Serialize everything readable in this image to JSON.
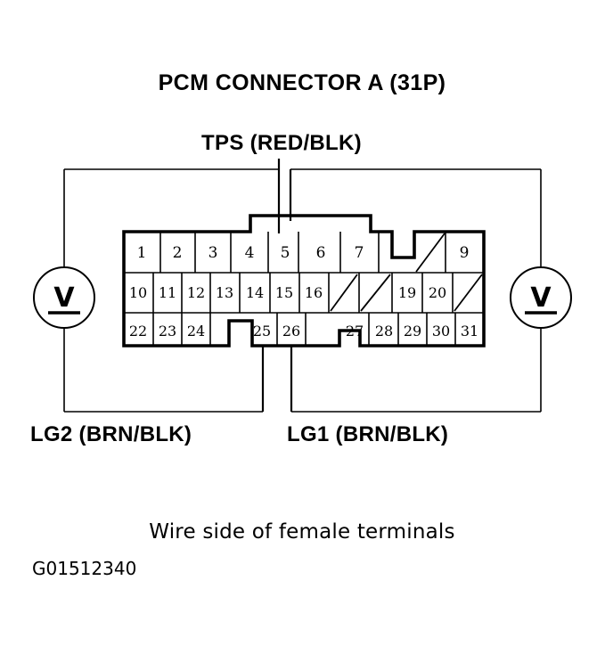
{
  "document": {
    "title": "PCM CONNECTOR A (31P)",
    "caption": "Wire side of female terminals",
    "reference_code": "G01512340"
  },
  "labels": {
    "tps": "TPS (RED/BLK)",
    "lg2": "LG2 (BRN/BLK)",
    "lg1": "LG1 (BRN/BLK)"
  },
  "meters": {
    "left": {
      "name": "voltmeter-left",
      "symbol": "V",
      "type": "dc-voltmeter"
    },
    "right": {
      "name": "voltmeter-right",
      "symbol": "V",
      "type": "dc-voltmeter"
    }
  },
  "connector": {
    "name": "PCM Connector A",
    "pin_count": "31P",
    "rows": [
      {
        "row": 1,
        "cells": [
          {
            "pin": "1"
          },
          {
            "pin": "2"
          },
          {
            "pin": "3"
          },
          {
            "pin": "4"
          },
          {
            "pin": "5"
          },
          {
            "pin": "6"
          },
          {
            "pin": "7"
          },
          {
            "pin": "",
            "blank": true,
            "notch": true
          },
          {
            "pin": "",
            "blank": true,
            "slashed": true
          },
          {
            "pin": "9"
          }
        ]
      },
      {
        "row": 2,
        "cells": [
          {
            "pin": "10"
          },
          {
            "pin": "11"
          },
          {
            "pin": "12"
          },
          {
            "pin": "13"
          },
          {
            "pin": "14"
          },
          {
            "pin": "15"
          },
          {
            "pin": "16"
          },
          {
            "pin": "",
            "blank": true,
            "slashed": true
          },
          {
            "pin": "",
            "blank": true,
            "slashed": true
          },
          {
            "pin": "19"
          },
          {
            "pin": "20"
          },
          {
            "pin": "",
            "blank": true,
            "slashed": true
          }
        ]
      },
      {
        "row": 3,
        "cells": [
          {
            "pin": "22"
          },
          {
            "pin": "23"
          },
          {
            "pin": "24"
          },
          {
            "pin": "",
            "blank": true,
            "notch": true
          },
          {
            "pin": "25"
          },
          {
            "pin": "26"
          },
          {
            "pin": "",
            "blank": true,
            "notch": true
          },
          {
            "pin": "27"
          },
          {
            "pin": "28"
          },
          {
            "pin": "29"
          },
          {
            "pin": "30"
          },
          {
            "pin": "31"
          }
        ]
      }
    ],
    "probe_pins": [
      {
        "pin": "5",
        "signal": "TPS (RED/BLK)"
      },
      {
        "pin": "25",
        "signal": "LG2 (BRN/BLK)"
      },
      {
        "pin": "26",
        "signal": "LG1 (BRN/BLK)"
      }
    ]
  },
  "colors": {
    "ink": "#000000",
    "background": "#ffffff"
  }
}
